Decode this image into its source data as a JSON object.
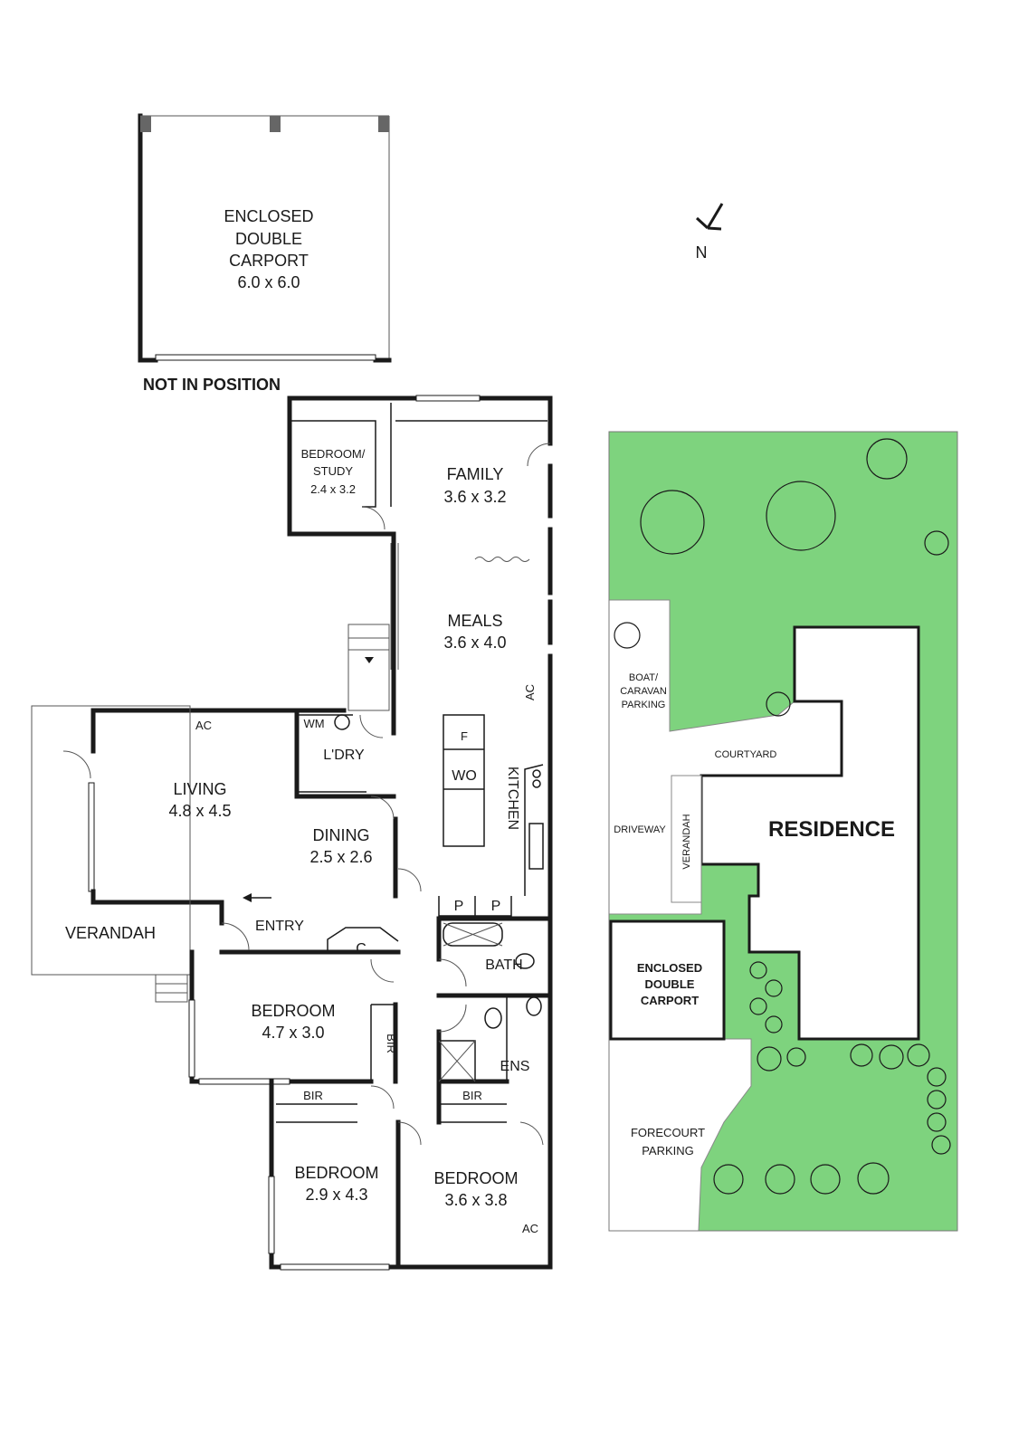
{
  "colors": {
    "wall": "#1a1a1a",
    "garden": "#7ed37e",
    "background": "#ffffff"
  },
  "north": {
    "label": "N",
    "icon": "north-arrow-icon"
  },
  "carport_plan": {
    "line1": "ENCLOSED",
    "line2": "DOUBLE",
    "line3": "CARPORT",
    "size": "6.0 x 6.0",
    "note": "NOT IN POSITION"
  },
  "rooms": {
    "bedroom_study": {
      "line1": "BEDROOM/",
      "line2": "STUDY",
      "size": "2.4 x 3.2"
    },
    "family": {
      "name": "FAMILY",
      "size": "3.6 x 3.2"
    },
    "meals": {
      "name": "MEALS",
      "size": "3.6 x 4.0"
    },
    "living": {
      "name": "LIVING",
      "size": "4.8 x 4.5"
    },
    "dining": {
      "name": "DINING",
      "size": "2.5 x 2.6"
    },
    "laundry": {
      "name": "L'DRY",
      "wm": "WM"
    },
    "kitchen": {
      "name": "KITCHEN",
      "fridge": "F",
      "wall_oven": "WO"
    },
    "entry": {
      "name": "ENTRY"
    },
    "verandah": {
      "name": "VERANDAH"
    },
    "bath": {
      "name": "BATH"
    },
    "ens": {
      "name": "ENS"
    },
    "bedroom1": {
      "name": "BEDROOM",
      "size": "4.7 x 3.0"
    },
    "bedroom2": {
      "name": "BEDROOM",
      "size": "2.9 x 4.3"
    },
    "bedroom3": {
      "name": "BEDROOM",
      "size": "3.6 x 3.8"
    },
    "ac": "AC",
    "pantry": "P",
    "cupboard": "C",
    "bir": "BIR"
  },
  "site": {
    "boat_line1": "BOAT/",
    "boat_line2": "CARAVAN",
    "boat_line3": "PARKING",
    "courtyard": "COURTYARD",
    "driveway": "DRIVEWAY",
    "verandah": "VERANDAH",
    "residence": "RESIDENCE",
    "carport_line1": "ENCLOSED",
    "carport_line2": "DOUBLE",
    "carport_line3": "CARPORT",
    "forecourt_line1": "FORECOURT",
    "forecourt_line2": "PARKING"
  }
}
